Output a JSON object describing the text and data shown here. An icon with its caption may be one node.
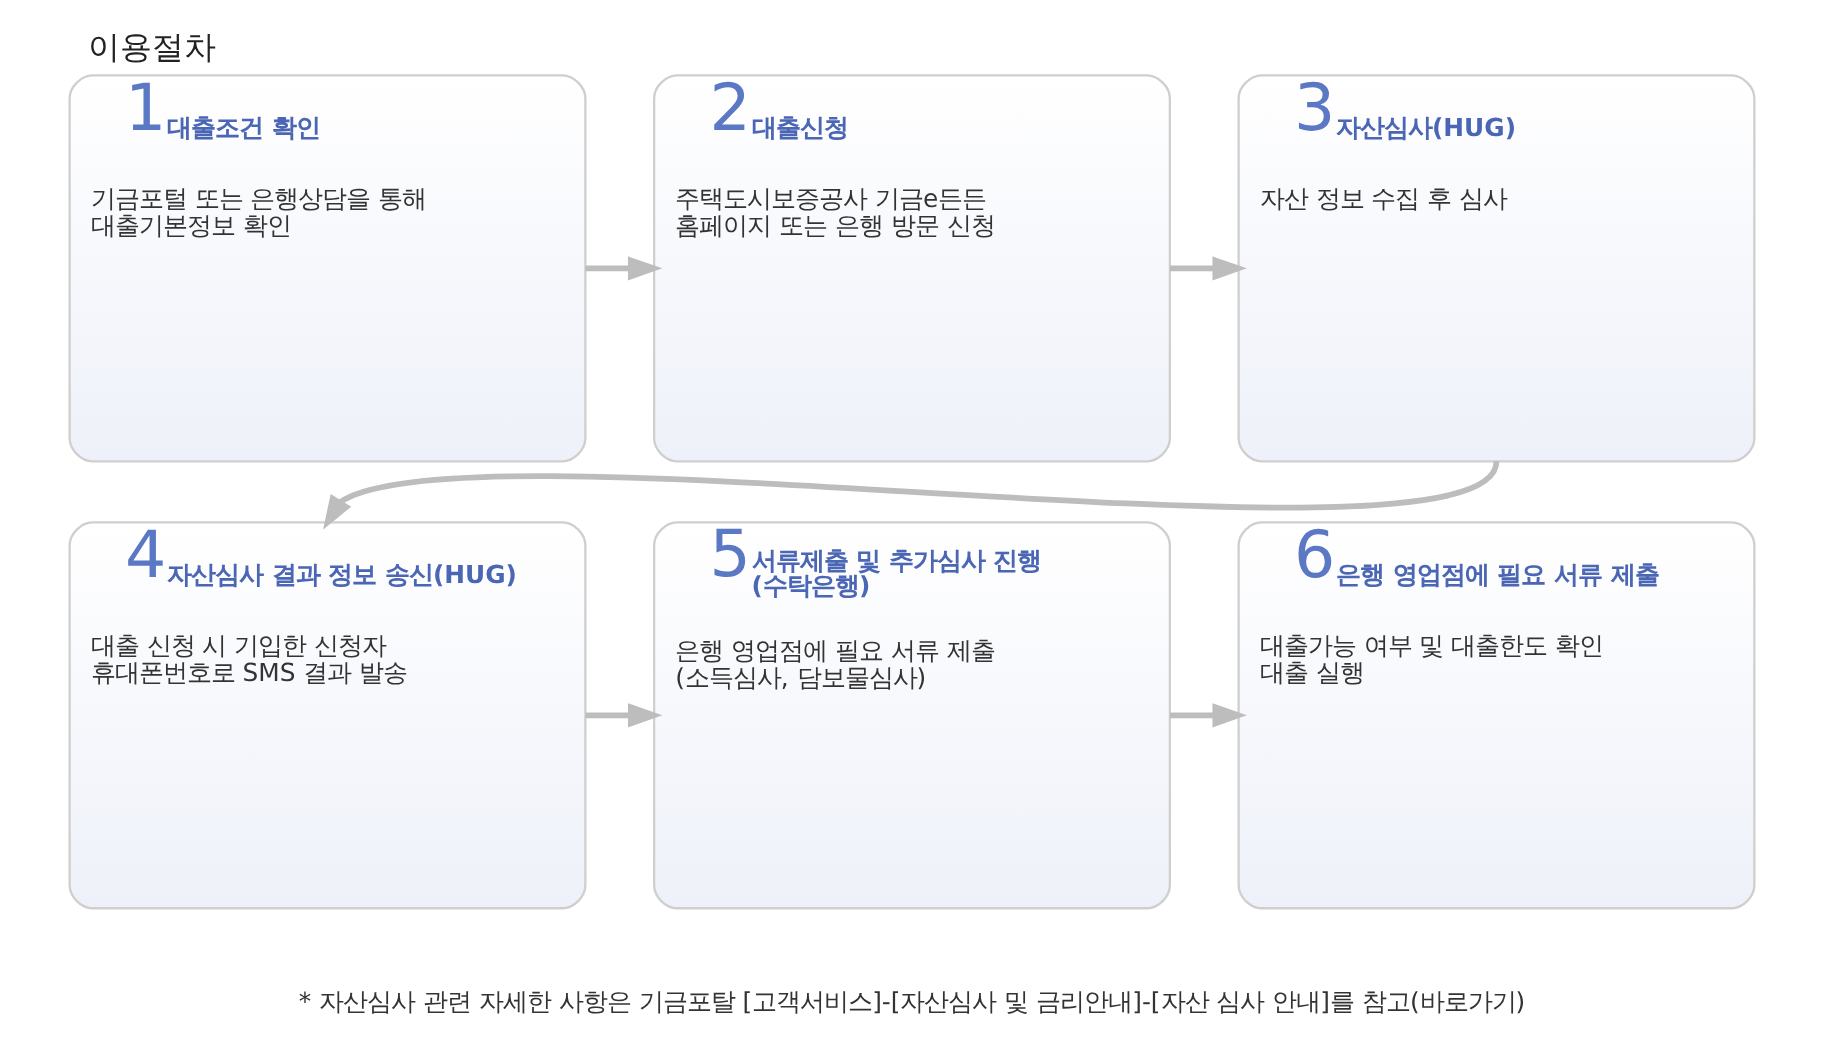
{
  "diagram": {
    "title": "이용절차",
    "caption": "* 자산심사 관련 자세한 사항은 기금포탈 [고객서비스]-[자산심사 및 금리안내]-[자산 심사 안내]를 참고(바로가기)",
    "nodes": [
      {
        "text": [
          "1",
          "대출조건 확인",
          "기금포털 또는 은행상담을 통해 대출기본정보 확인"
        ]
      },
      {
        "text": [
          "2",
          "대출신청",
          "주택도시보증공사 기금e든든 홈페이지 또는 은행 방문 신청"
        ]
      },
      {
        "text": [
          "3",
          "자산심사(HUG)",
          "자산 정보 수집 후 심사"
        ]
      },
      {
        "text": [
          "4",
          "자산심사 결과 정보 송신(HUG)",
          "대출 신청 시 기입한 신청자 휴대폰번호로 SMS 결과 발송"
        ]
      },
      {
        "text": [
          "5",
          "서류제출 및 추가심사 진행 (수탁은행)",
          "은행 영업점에 필요 서류 제출 (소득심사, 담보물심사)"
        ]
      },
      {
        "text": [
          "6",
          "은행 영업점에 필요 서류 제출",
          "대출가능 여부 및 대출한도 확인 대출 실행"
        ]
      }
    ],
    "edges": [
      {
        "from": 0,
        "to": 1,
        "arrow": "to"
      },
      {
        "from": 1,
        "to": 2,
        "arrow": "to"
      },
      {
        "from": 2,
        "to": 3,
        "arrow": "to"
      },
      {
        "from": 3,
        "to": 4,
        "arrow": "to"
      },
      {
        "from": 4,
        "to": 5,
        "arrow": "to"
      }
    ]
  }
}
